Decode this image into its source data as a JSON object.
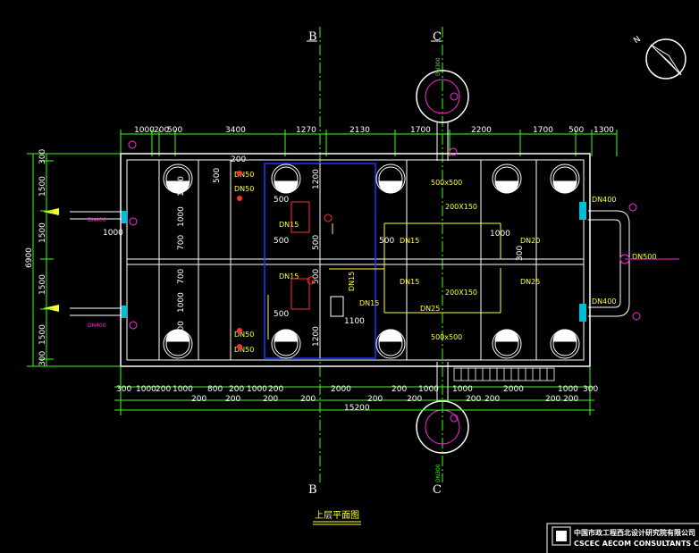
{
  "axes": {
    "b_top": "B",
    "c_top": "C",
    "b_bottom": "B",
    "c_bottom": "C"
  },
  "top_dims": [
    "1000",
    "200",
    "500",
    "3400",
    "1270",
    "2130",
    "1700",
    "2200",
    "1700",
    "500",
    "1300"
  ],
  "bottom_dims_row1": [
    "300",
    "1000",
    "200",
    "1000",
    "800",
    "200",
    "1000",
    "200",
    "2000",
    "200",
    "1000",
    "1000",
    "2000",
    "1000",
    "300"
  ],
  "bottom_dims_row2": [
    "200",
    "200",
    "200",
    "200",
    "200",
    "200",
    "200",
    "200",
    "200",
    "200"
  ],
  "total_width": "15200",
  "left_dims": [
    "300",
    "1500",
    "1500",
    "1500",
    "1500",
    "300"
  ],
  "total_height": "6900",
  "inner_dims": {
    "d200": "200",
    "d500a": "500",
    "d500b": "500",
    "d1000a": "1000",
    "d1000b": "1000",
    "d700a": "700",
    "d700b": "700",
    "d1300a": "1300",
    "d1300b": "1300",
    "d1200a": "1200",
    "d1200b": "1200",
    "d500c": "500",
    "d200b": "200",
    "d800": "800",
    "d1100": "1100",
    "d1000c": "1000",
    "d1000d": "1000",
    "d200c": "200",
    "d200d": "200",
    "d500d": "500",
    "d500e": "500",
    "d300a": "300",
    "d300b": "300",
    "d500f": "500",
    "d500g": "500"
  },
  "pipe_labels": {
    "dn400_left_top": "DN400",
    "dn400_left_bot": "DN400",
    "dn400_right_top": "DN400",
    "dn400_right_bot": "DN400",
    "dn500_right": "DN500",
    "dn300_top": "DN300",
    "dn300_bottom": "DN300",
    "dn50_a": "DN50",
    "dn50_b": "DN50",
    "dn50_c": "DN50",
    "dn50_d": "DN50",
    "dn15_a": "DN15",
    "dn15_b": "DN15",
    "dn15_c": "DN15",
    "dn15_d": "DN15",
    "dn15_e": "DN15",
    "dn15_f": "DN15",
    "dn20": "DN20",
    "dn25_a": "DN25",
    "dn25_b": "DN25",
    "dn_pink": "DN400",
    "dn_pink2": "DN400"
  },
  "box_labels": {
    "b500x500_top": "500x500",
    "b500x500_bot": "500x500",
    "b200x150_top": "200X150",
    "b200x150_bot": "200X150"
  },
  "plan_title": "上层平面图",
  "company_cn": "中国市政工程西北设计研究院有限公司",
  "company_en": "CSCEC AECOM CONSULTANTS C",
  "colors": {
    "bg": "#000000",
    "wall": "#ffffff",
    "dim_line": "#39ff14",
    "pipe": "#ff2bd6",
    "pipe_blue": "#2233ff",
    "annotation": "#ffff33",
    "equip": "#ff3030"
  },
  "icons": [
    "north-arrow-icon",
    "company-logo-icon"
  ]
}
